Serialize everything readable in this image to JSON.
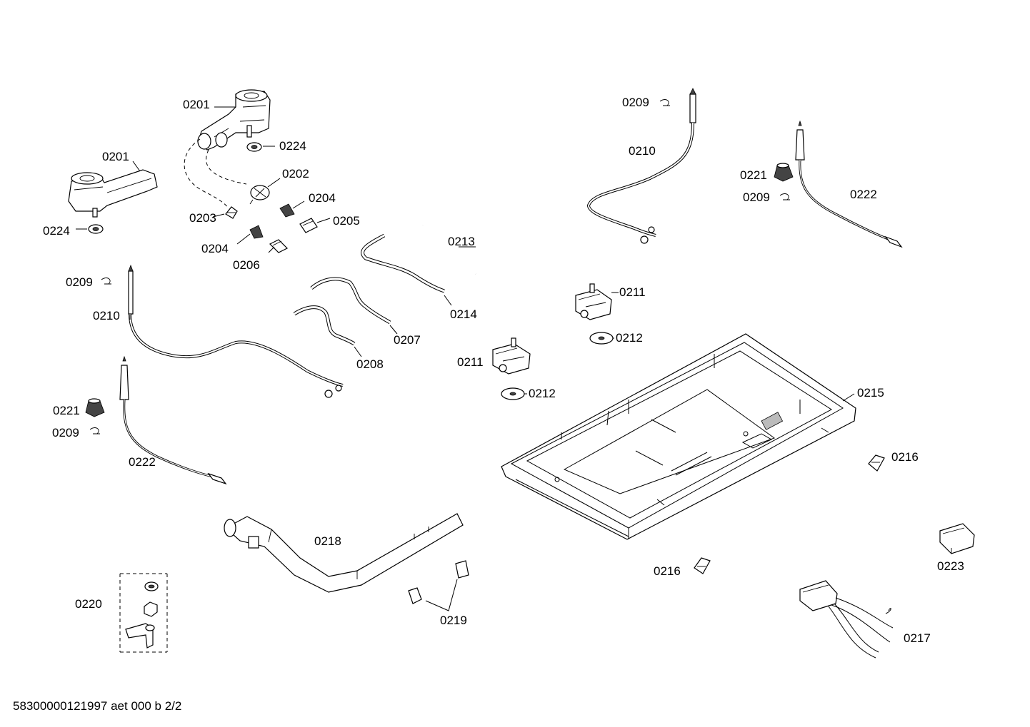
{
  "footer": "58300000121997 aet 000 b 2/2",
  "labels": {
    "l0201a": "0201",
    "l0201b": "0201",
    "l0224a": "0224",
    "l0224b": "0224",
    "l0202": "0202",
    "l0203": "0203",
    "l0204a": "0204",
    "l0204b": "0204",
    "l0205": "0205",
    "l0206": "0206",
    "l0207": "0207",
    "l0208": "0208",
    "l0209a": "0209",
    "l0209b": "0209",
    "l0209c": "0209",
    "l0209d": "0209",
    "l0210a": "0210",
    "l0210b": "0210",
    "l0211a": "0211",
    "l0211b": "0211",
    "l0212a": "0212",
    "l0212b": "0212",
    "l0213": "0213",
    "l0214": "0214",
    "l0215": "0215",
    "l0216a": "0216",
    "l0216b": "0216",
    "l0217": "0217",
    "l0218": "0218",
    "l0219": "0219",
    "l0220": "0220",
    "l0221a": "0221",
    "l0221b": "0221",
    "l0222a": "0222",
    "l0222b": "0222",
    "l0223": "0223"
  }
}
